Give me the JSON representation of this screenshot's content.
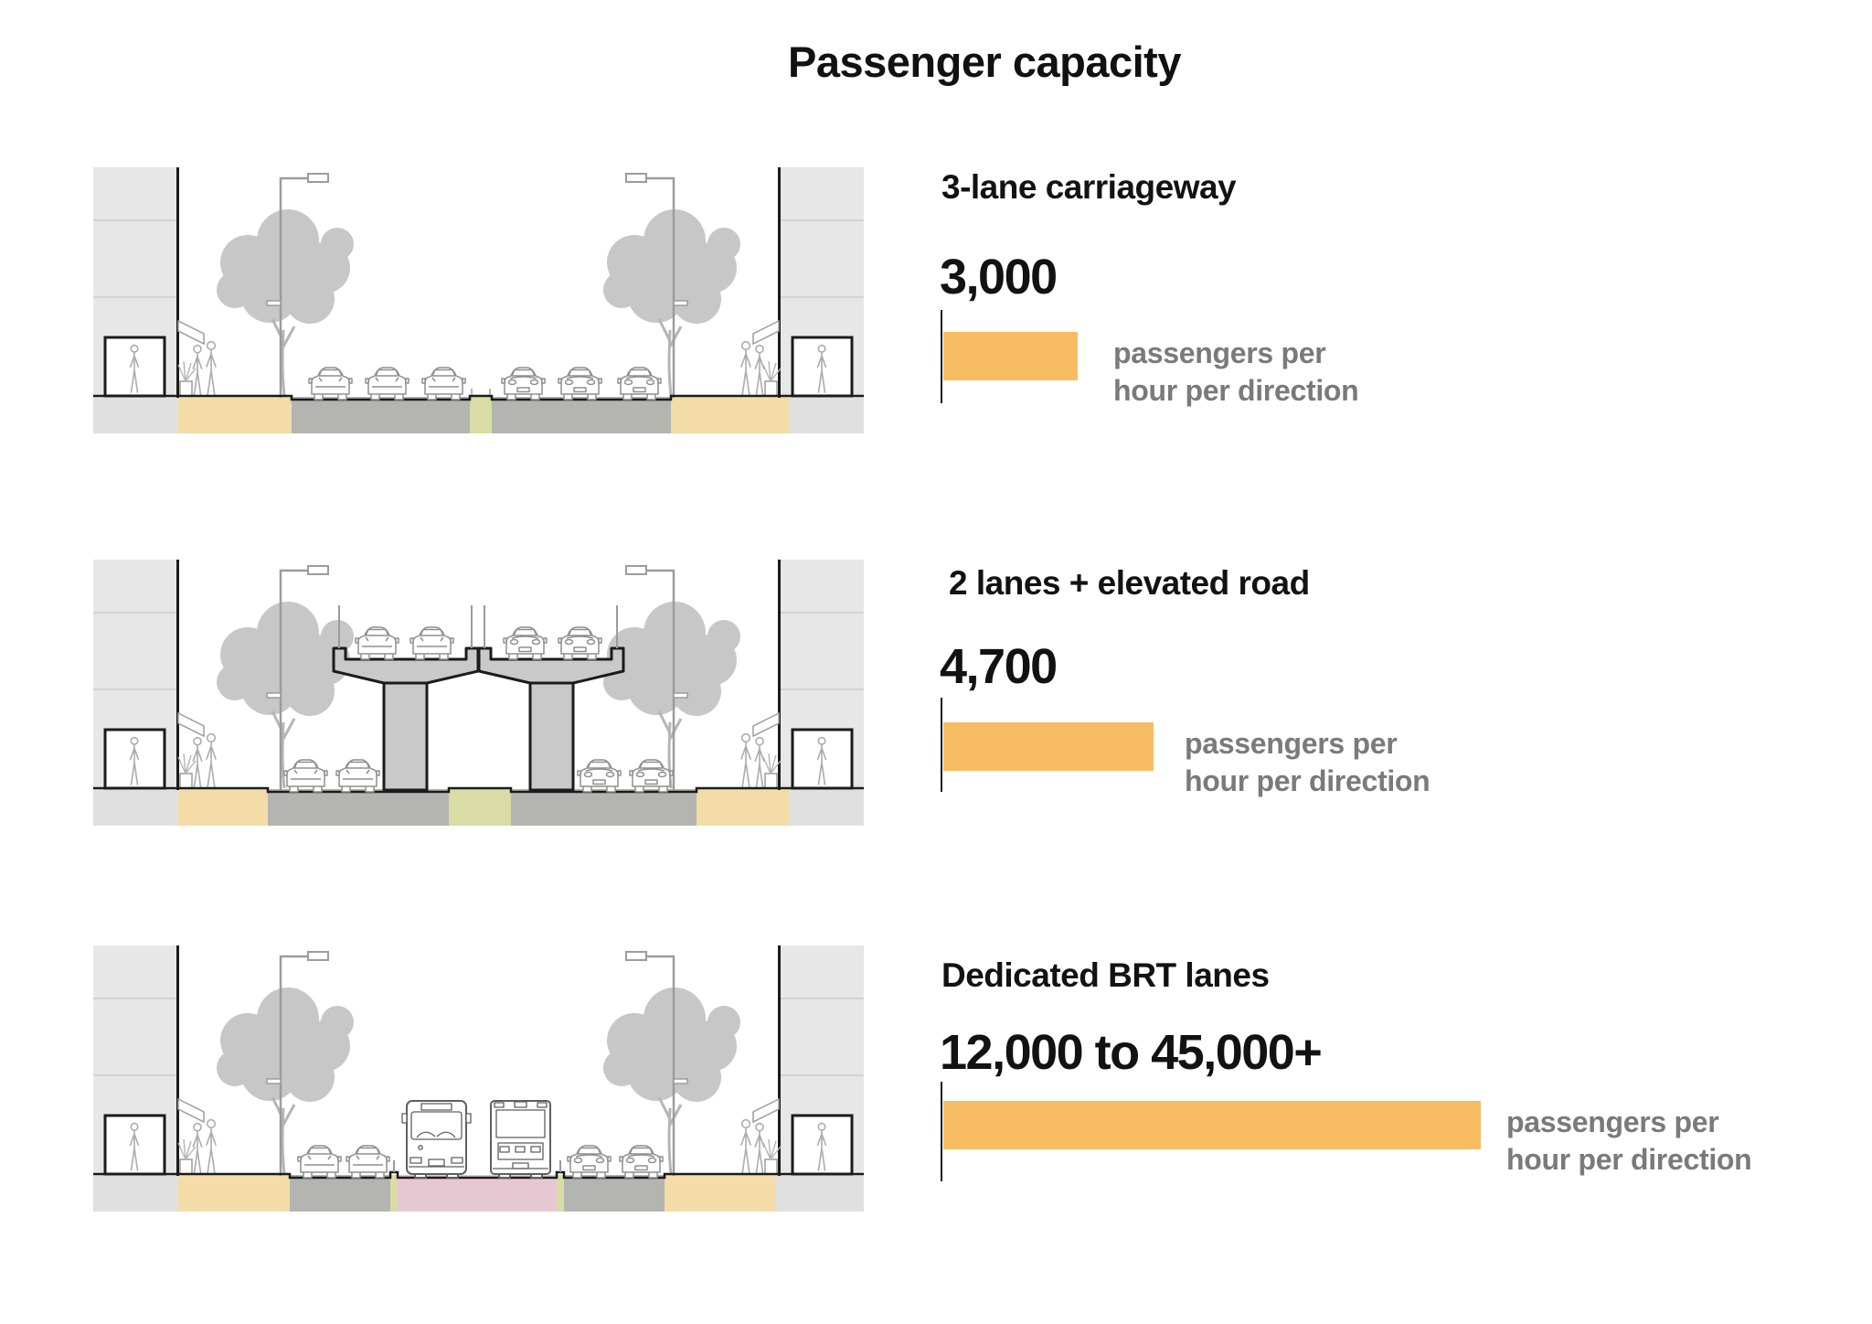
{
  "title": "Passenger capacity",
  "rows": [
    {
      "heading": "3-lane carriageway",
      "value": "3,000",
      "unit_line1": "passengers per",
      "unit_line2": "hour per direction",
      "illustration": "street-cross-section-3-lane"
    },
    {
      "heading": "2 lanes + elevated road",
      "value": "4,700",
      "unit_line1": "passengers per",
      "unit_line2": "hour per direction",
      "illustration": "street-cross-section-elevated-road"
    },
    {
      "heading": "Dedicated BRT lanes",
      "value": "12,000 to 45,000+",
      "unit_line1": "passengers per",
      "unit_line2": "hour per direction",
      "illustration": "street-cross-section-brt"
    }
  ],
  "colors": {
    "bar": "#F8BD62",
    "label_text": "#7A7A7A",
    "heading_text": "#121212"
  },
  "illustration_palette": {
    "building": "#E7E7E7",
    "floor_line": "#D2D2D2",
    "edge_black": "#1b1b1b",
    "tree": "#C7C7C7",
    "trunk": "#B5B5B5",
    "lamp": "#9c9c9c",
    "people": "#ACACAC",
    "car": "#8f8f8f",
    "bus": "#5f5f5f",
    "structure": "#C9C9C9",
    "sidewalk_tan": "#F3DCA8",
    "road_gray": "#B4B4B1",
    "median_green": "#D9DCA4",
    "brt_pink": "#E6C8D2",
    "edge_gray": "#E0E0E0"
  },
  "chart_data": {
    "type": "bar",
    "orientation": "horizontal",
    "title": "Passenger capacity",
    "categories": [
      "3-lane carriageway",
      "2 lanes + elevated road",
      "Dedicated BRT lanes"
    ],
    "values": [
      3000,
      4700,
      12000
    ],
    "value_labels": [
      "3,000",
      "4,700",
      "12,000 to 45,000+"
    ],
    "unit": "passengers per hour per direction",
    "bar_color": "#F8BD62",
    "legend": "none",
    "grid": "off",
    "notes": "Bars drawn proportional to values; BRT bar represents lower bound of 12,000 to 45,000+ range"
  }
}
